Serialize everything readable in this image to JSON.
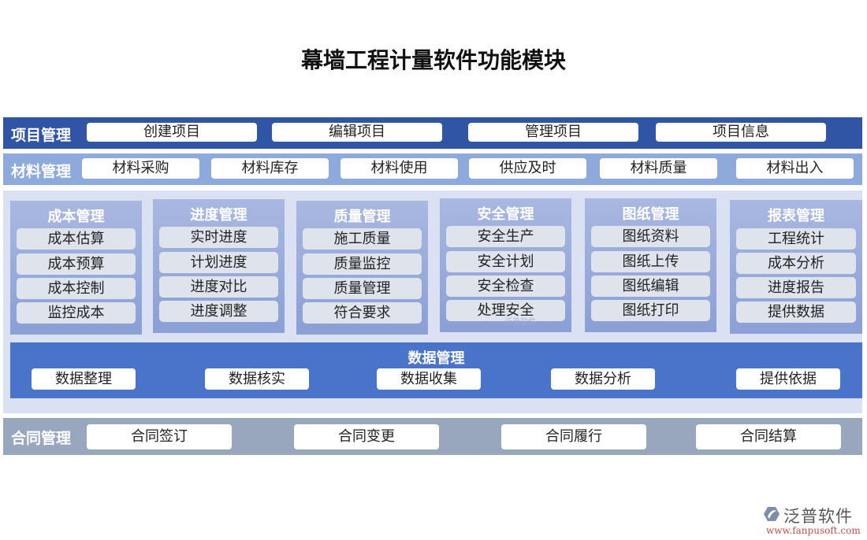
{
  "title": "幕墙工程计量软件功能模块",
  "project": {
    "label": "项目管理",
    "items": [
      "创建项目",
      "编辑项目",
      "管理项目",
      "项目信息"
    ]
  },
  "material": {
    "label": "材料管理",
    "items": [
      "材料采购",
      "材料库存",
      "材料使用",
      "供应及时",
      "材料质量",
      "材料出入"
    ]
  },
  "modules": [
    {
      "title": "成本管理",
      "items": [
        "成本估算",
        "成本预算",
        "成本控制",
        "监控成本"
      ]
    },
    {
      "title": "进度管理",
      "items": [
        "实时进度",
        "计划进度",
        "进度对比",
        "进度调整"
      ]
    },
    {
      "title": "质量管理",
      "items": [
        "施工质量",
        "质量监控",
        "质量管理",
        "符合要求"
      ]
    },
    {
      "title": "安全管理",
      "items": [
        "安全生产",
        "安全计划",
        "安全检查",
        "处理安全"
      ]
    },
    {
      "title": "图纸管理",
      "items": [
        "图纸资料",
        "图纸上传",
        "图纸编辑",
        "图纸打印"
      ]
    },
    {
      "title": "报表管理",
      "items": [
        "工程统计",
        "成本分析",
        "进度报告",
        "提供数据"
      ]
    }
  ],
  "data_management": {
    "title": "数据管理",
    "items": [
      "数据整理",
      "数据核实",
      "数据收集",
      "数据分析",
      "提供依据"
    ]
  },
  "contract": {
    "label": "合同管理",
    "items": [
      "合同签订",
      "合同变更",
      "合同履行",
      "合同结算"
    ]
  },
  "watermark": "泛普软件",
  "logo": {
    "name": "泛普软件",
    "url": "www.fanpusoft.com"
  },
  "colors": {
    "project_band": "#2f55a4",
    "material_band": "#8eaadc",
    "middle_bg": "#d9e1f3",
    "data_panel": "#4a74c9",
    "contract_band": "#99a7bc",
    "logo_url": "#c0504d"
  }
}
